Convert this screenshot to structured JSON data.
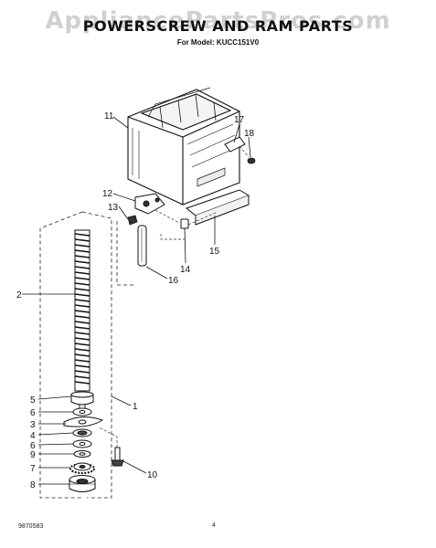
{
  "watermark": "AppliancePartsPros.com",
  "title": "POWERSCREW AND RAM PARTS",
  "subtitle": "For Model: KUCC151V0",
  "footer": {
    "doc_number": "9870583",
    "page_number": "4"
  },
  "callouts": {
    "c1": "1",
    "c2": "2",
    "c5": "5",
    "c6a": "6",
    "c3": "3",
    "c4": "4",
    "c6b": "6",
    "c9": "9",
    "c7": "7",
    "c8": "8",
    "c10": "10",
    "c11": "11",
    "c12": "12",
    "c13": "13",
    "c14": "14",
    "c15": "15",
    "c16": "16",
    "c17": "17",
    "c18": "18"
  }
}
